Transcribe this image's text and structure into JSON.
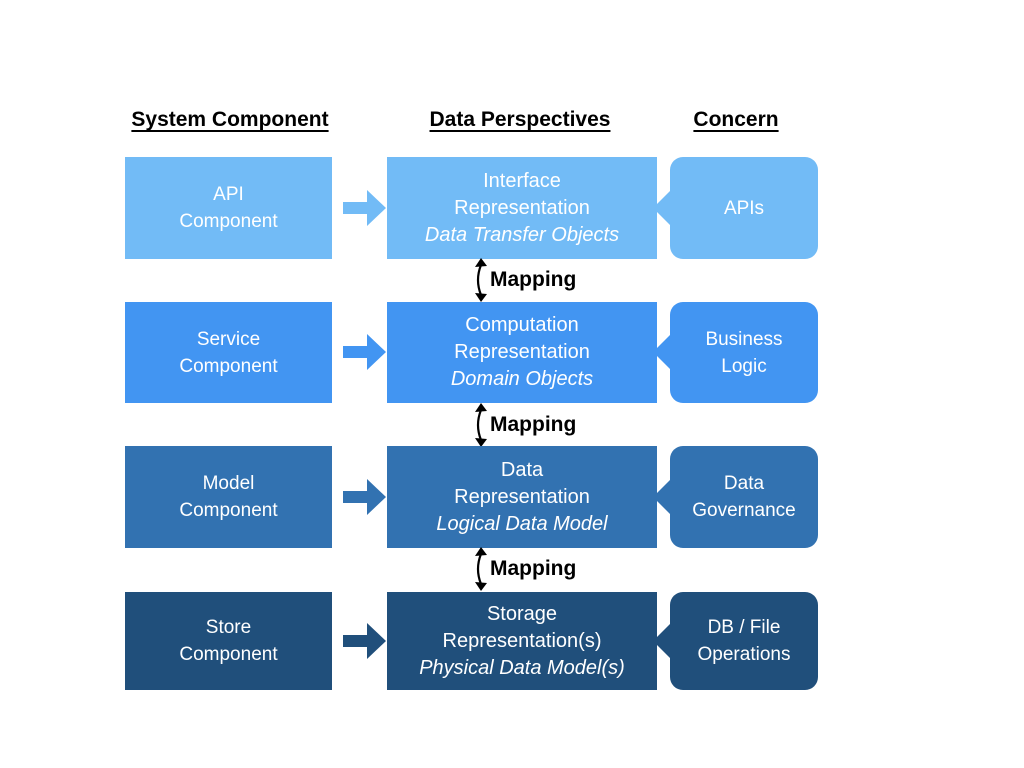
{
  "headers": {
    "system_component": "System Component",
    "data_perspectives": "Data Perspectives",
    "concern": "Concern"
  },
  "mapping_label": "Mapping",
  "colors": {
    "row_api": "#72BBF6",
    "row_service": "#4295F2",
    "row_model": "#3272B1",
    "row_store": "#204F7B",
    "connector": "#000000",
    "box_text": "#FFFFFF"
  },
  "rows": [
    {
      "component": "API\nComponent",
      "representation": "Interface\nRepresentation",
      "representation_detail": "Data Transfer Objects",
      "concern": "APIs"
    },
    {
      "component": "Service\nComponent",
      "representation": "Computation\nRepresentation",
      "representation_detail": "Domain Objects",
      "concern": "Business\nLogic"
    },
    {
      "component": "Model\nComponent",
      "representation": "Data\nRepresentation",
      "representation_detail": "Logical Data Model",
      "concern": "Data\nGovernance"
    },
    {
      "component": "Store\nComponent",
      "representation": "Storage\nRepresentation(s)",
      "representation_detail": "Physical Data Model(s)",
      "concern": "DB / File\nOperations"
    }
  ]
}
